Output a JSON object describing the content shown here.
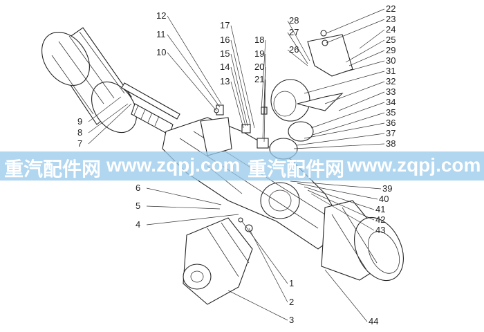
{
  "diagram": {
    "part_numbers": [
      "1",
      "2",
      "3",
      "4",
      "5",
      "6",
      "7",
      "8",
      "9",
      "10",
      "11",
      "12",
      "13",
      "14",
      "15",
      "16",
      "17",
      "18",
      "19",
      "20",
      "21",
      "22",
      "23",
      "24",
      "25",
      "26",
      "27",
      "28",
      "29",
      "30",
      "31",
      "32",
      "33",
      "34",
      "35",
      "36",
      "37",
      "38",
      "39",
      "40",
      "41",
      "42",
      "43",
      "44"
    ]
  },
  "watermark": {
    "text_1": "重汽配件网",
    "text_2": "www.zqpj.com",
    "text_3": "重汽配件网",
    "text_4": "www.zqpj.com"
  }
}
